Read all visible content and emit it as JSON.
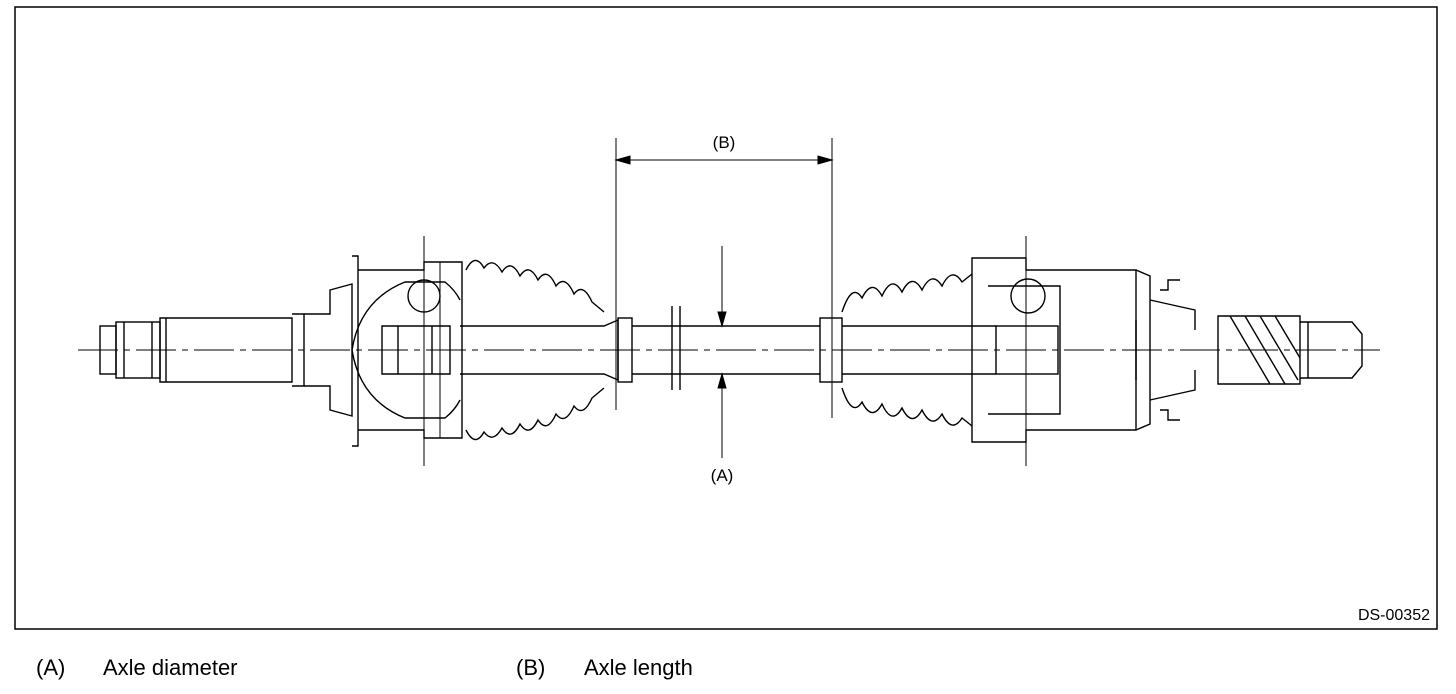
{
  "diagram": {
    "figure_id": "DS-00352",
    "callouts": {
      "a": "(A)",
      "b": "(B)"
    }
  },
  "legend": [
    {
      "key": "(A)",
      "text": "Axle diameter"
    },
    {
      "key": "(B)",
      "text": "Axle length"
    }
  ]
}
